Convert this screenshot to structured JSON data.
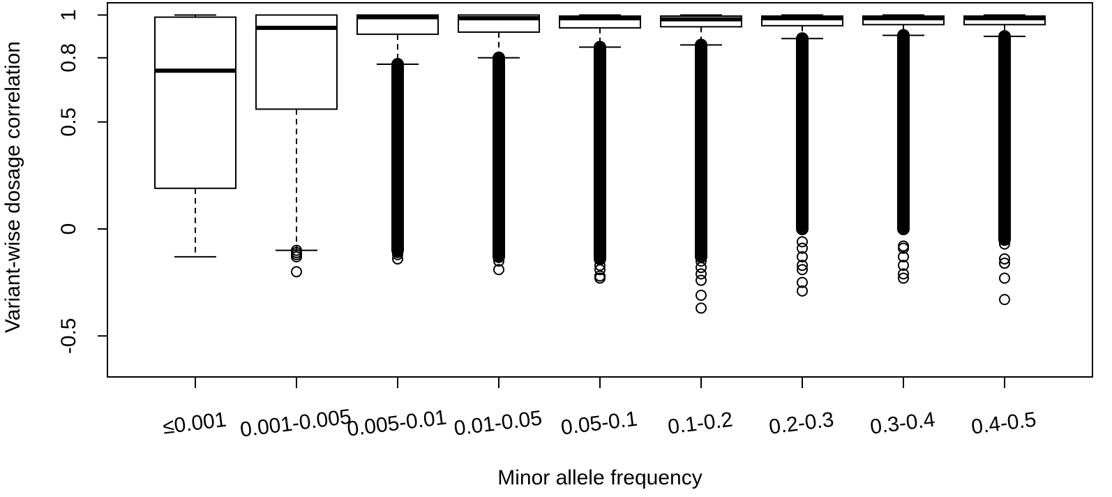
{
  "chart_data": {
    "type": "boxplot",
    "xlabel": "Minor allele frequency",
    "ylabel": "Variant-wise dosage correlation",
    "ylim": [
      -0.68,
      1.02
    ],
    "yticks": [
      -0.5,
      0,
      0.5,
      0.8,
      1
    ],
    "ytick_labels": [
      "-0.5",
      "0",
      "0.5",
      "0.8",
      "1"
    ],
    "grid": false,
    "categories": [
      "≤0.001",
      "0.001-0.005",
      "0.005-0.01",
      "0.01-0.05",
      "0.05-0.1",
      "0.1-0.2",
      "0.2-0.3",
      "0.3-0.4",
      "0.4-0.5"
    ],
    "boxes": [
      {
        "category": "≤0.001",
        "whisker_low": -0.13,
        "q1": 0.19,
        "median": 0.74,
        "q3": 0.99,
        "whisker_high": 1.0,
        "outlier_band": null,
        "outliers": []
      },
      {
        "category": "0.001-0.005",
        "whisker_low": -0.1,
        "q1": 0.56,
        "median": 0.94,
        "q3": 1.0,
        "whisker_high": 1.0,
        "outlier_band": null,
        "outliers": [
          -0.1,
          -0.11,
          -0.12,
          -0.13,
          -0.2
        ]
      },
      {
        "category": "0.005-0.01",
        "whisker_low": 0.77,
        "q1": 0.91,
        "median": 0.99,
        "q3": 1.0,
        "whisker_high": 1.0,
        "outlier_band": [
          -0.1,
          0.77
        ],
        "outliers": [
          -0.11,
          -0.12,
          -0.14
        ]
      },
      {
        "category": "0.01-0.05",
        "whisker_low": 0.8,
        "q1": 0.92,
        "median": 0.985,
        "q3": 1.0,
        "whisker_high": 1.0,
        "outlier_band": [
          -0.13,
          0.8
        ],
        "outliers": [
          -0.15,
          -0.19
        ]
      },
      {
        "category": "0.05-0.1",
        "whisker_low": 0.85,
        "q1": 0.94,
        "median": 0.985,
        "q3": 0.995,
        "whisker_high": 1.0,
        "outlier_band": [
          -0.14,
          0.85
        ],
        "outliers": [
          -0.17,
          -0.19,
          -0.22,
          -0.23
        ]
      },
      {
        "category": "0.1-0.2",
        "whisker_low": 0.86,
        "q1": 0.945,
        "median": 0.98,
        "q3": 0.995,
        "whisker_high": 1.0,
        "outlier_band": [
          -0.13,
          0.86
        ],
        "outliers": [
          -0.15,
          -0.18,
          -0.21,
          -0.24,
          -0.31,
          -0.37
        ]
      },
      {
        "category": "0.2-0.3",
        "whisker_low": 0.89,
        "q1": 0.95,
        "median": 0.985,
        "q3": 0.995,
        "whisker_high": 1.0,
        "outlier_band": [
          0.0,
          0.89
        ],
        "outliers": [
          -0.06,
          -0.09,
          -0.13,
          -0.17,
          -0.19,
          -0.25,
          -0.29
        ]
      },
      {
        "category": "0.3-0.4",
        "whisker_low": 0.905,
        "q1": 0.955,
        "median": 0.985,
        "q3": 0.995,
        "whisker_high": 1.0,
        "outlier_band": [
          0.0,
          0.905
        ],
        "outliers": [
          -0.08,
          -0.09,
          -0.13,
          -0.17,
          -0.21,
          -0.23
        ]
      },
      {
        "category": "0.4-0.5",
        "whisker_low": 0.9,
        "q1": 0.955,
        "median": 0.985,
        "q3": 0.995,
        "whisker_high": 1.0,
        "outlier_band": [
          -0.05,
          0.9
        ],
        "outliers": [
          -0.07,
          -0.14,
          -0.16,
          -0.23,
          -0.33
        ]
      }
    ]
  }
}
